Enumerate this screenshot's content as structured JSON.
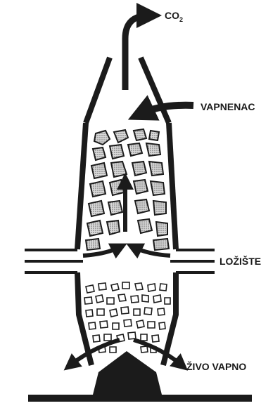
{
  "diagram": {
    "labels": {
      "co2_main": "CO",
      "co2_sub": "2",
      "limestone": "VAPNENAC",
      "furnace": "LOŽIŠTE",
      "quicklime": "ŽIVO VAPNO"
    },
    "colors": {
      "ink": "#1b1b1b",
      "stone_fill": "#b8b8b8",
      "lime_fill": "#ffffff",
      "background": "#ffffff"
    }
  }
}
